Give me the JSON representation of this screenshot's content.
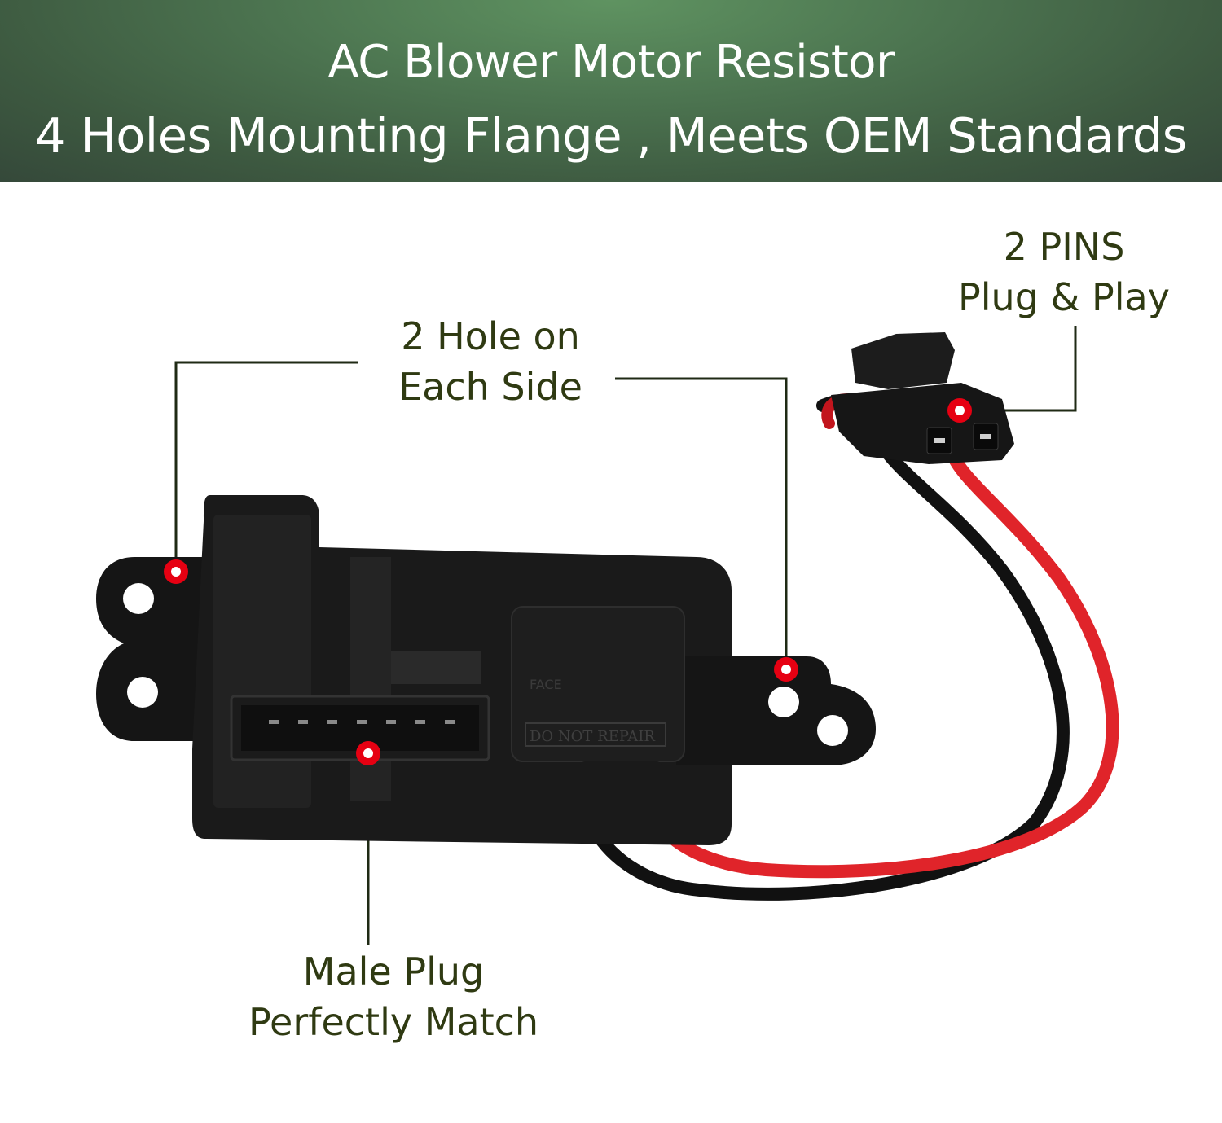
{
  "banner": {
    "title": "AC Blower Motor Resistor",
    "subtitle": "4 Holes Mounting Flange , Meets OEM Standards"
  },
  "callouts": {
    "pins": {
      "line1": "2 PINS",
      "line2": "Plug & Play"
    },
    "holes": {
      "line1": "2 Hole on",
      "line2": "Each Side"
    },
    "plug": {
      "line1": "Male Plug",
      "line2": "Perfectly Match"
    }
  },
  "product": {
    "labels": {
      "face_text": "FACE",
      "warning_text": "DO NOT REPAIR"
    }
  },
  "colors": {
    "banner_green": "#4c7450",
    "callout_text": "#2f3a12",
    "leader_line": "#1f2a14",
    "marker_red": "#e60012",
    "body_black": "#151515",
    "wire_red": "#e0242a"
  }
}
